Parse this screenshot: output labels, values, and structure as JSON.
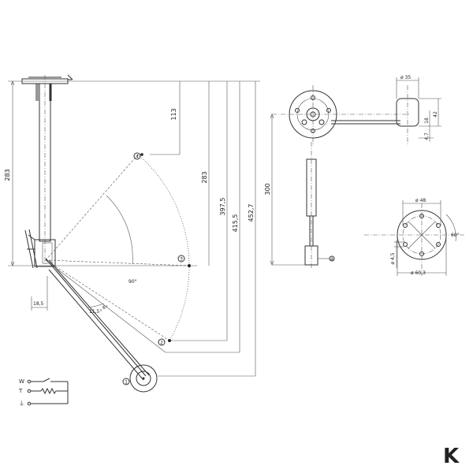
{
  "left_view": {
    "dim_vertical": "283",
    "dim_113": "113",
    "dim_283": "283",
    "dim_397": "397,5",
    "dim_415": "415,5",
    "dim_452": "452,7",
    "dim_18": "18,5",
    "angle_90": "90°",
    "angle_11": "11,5°",
    "angle_6": "6°",
    "pos_1": "1",
    "pos_2": "2",
    "pos_3": "3",
    "pos_4": "4"
  },
  "right_view": {
    "dim_300": "300",
    "dim_d35": "ø 35",
    "dim_18": "18",
    "dim_42": "42",
    "dim_47": "4,7",
    "pos_a": "a"
  },
  "flange_view": {
    "dim_d48": "ø 48",
    "dim_d60": "ø 60,3",
    "dim_45": "ø 4,5",
    "angle_60": "60°"
  },
  "wiring": {
    "w_label": "W",
    "t_label": "T",
    "ground_symbol": "⏚"
  },
  "logo": {
    "glyph": "K"
  }
}
